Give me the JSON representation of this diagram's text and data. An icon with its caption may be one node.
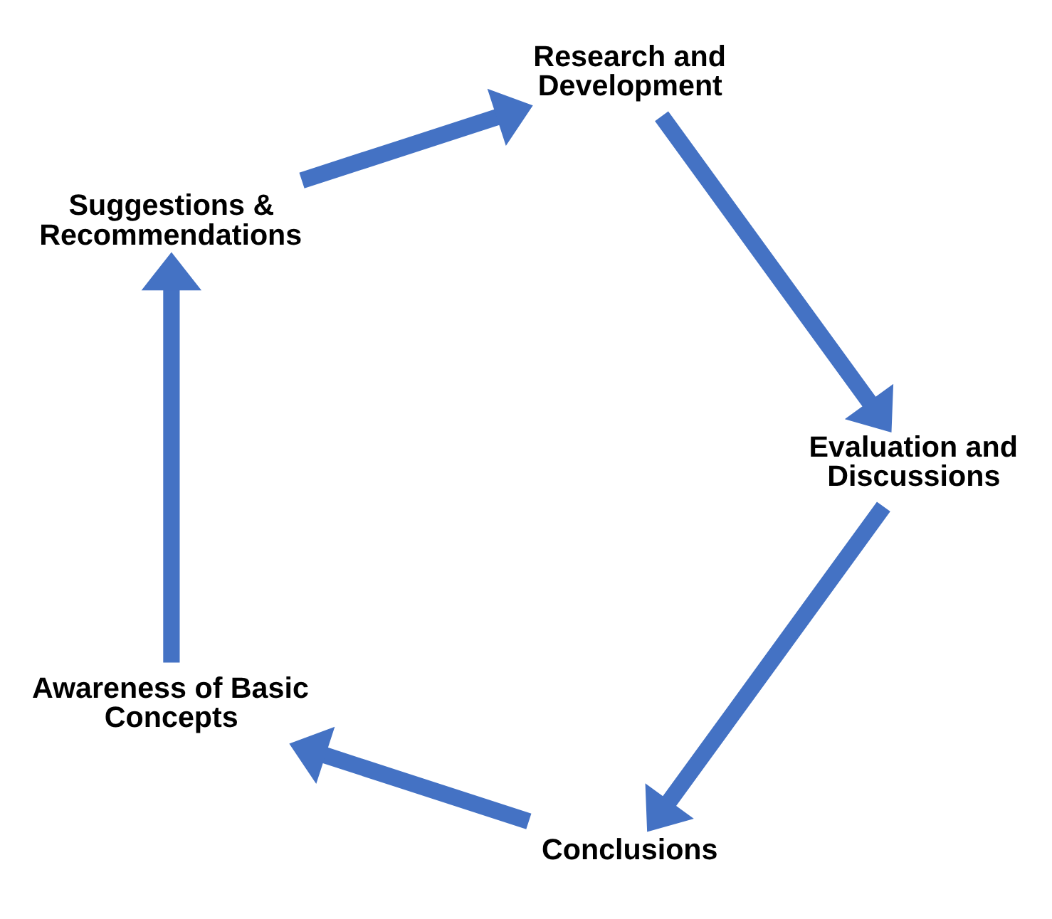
{
  "diagram": {
    "nodes": [
      {
        "text": [
          "Conclusions"
        ]
      },
      {
        "text": [
          "Awareness of Basic Concepts"
        ]
      },
      {
        "text": [
          "Evaluation and Discussions"
        ]
      },
      {
        "text": [
          "Suggestions & Recommendations"
        ]
      },
      {
        "text": [
          "Research and Development"
        ]
      }
    ],
    "edges": [
      {
        "from": 0,
        "to": 1,
        "arrow": "to"
      },
      {
        "from": 1,
        "to": 3,
        "arrow": "to"
      },
      {
        "from": 3,
        "to": 4,
        "arrow": "to"
      },
      {
        "from": 4,
        "to": 2,
        "arrow": "to"
      },
      {
        "from": 2,
        "to": 0,
        "arrow": "to"
      }
    ]
  }
}
